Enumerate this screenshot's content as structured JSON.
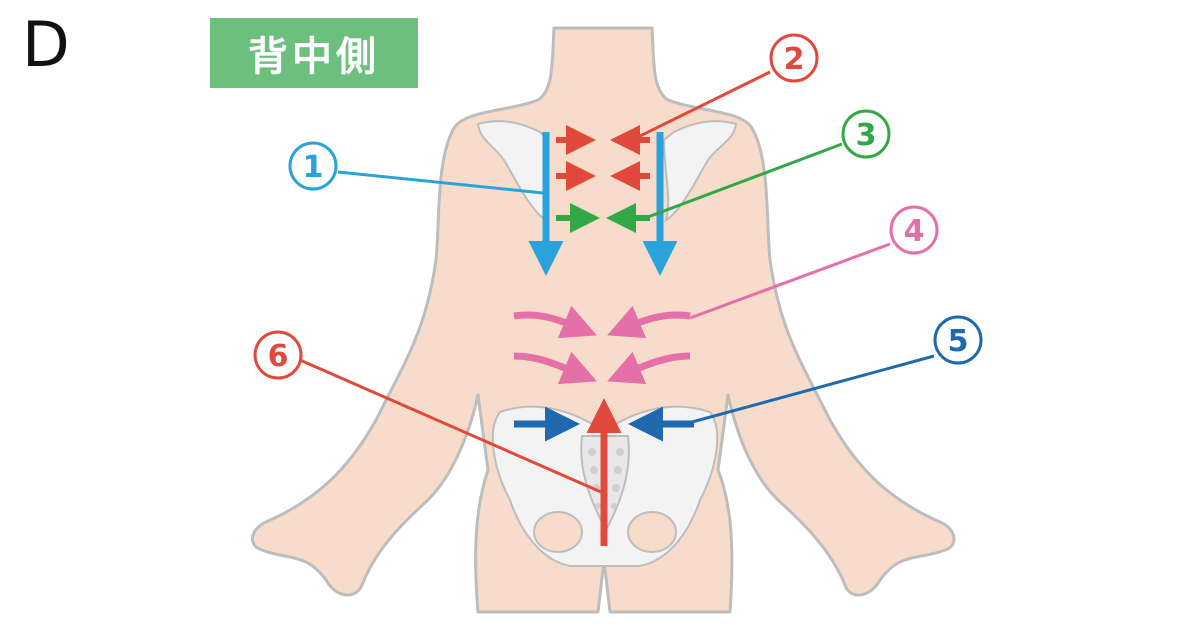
{
  "panel_letter": "D",
  "view_label": "背中側",
  "markers": [
    {
      "label": "1",
      "color": "#29a3d9"
    },
    {
      "label": "2",
      "color": "#e0493b"
    },
    {
      "label": "3",
      "color": "#31a845"
    },
    {
      "label": "4",
      "color": "#e56fa7"
    },
    {
      "label": "5",
      "color": "#1f6aae"
    },
    {
      "label": "6",
      "color": "#e0493b"
    }
  ],
  "colors": {
    "skin": "#f8dccb",
    "outline": "#bdbdbd",
    "bone": "#f3f3f3",
    "badge": "#6cbf7d"
  }
}
